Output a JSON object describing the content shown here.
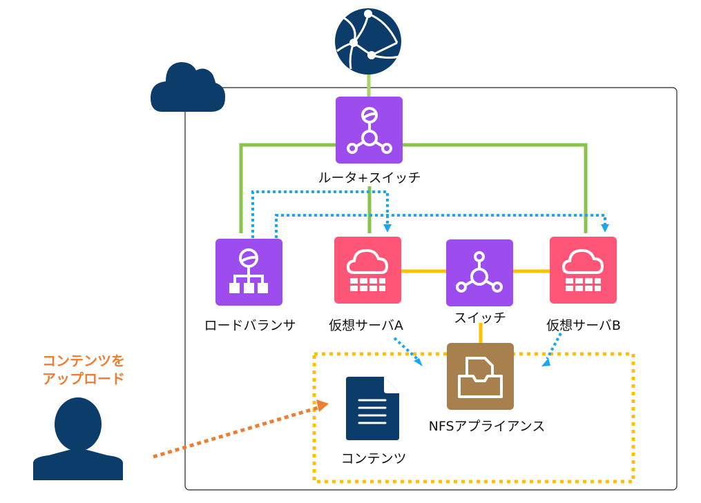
{
  "colors": {
    "navy": "#0b3c6a",
    "purple": "#9d4ced",
    "pink": "#ff5577",
    "brown": "#a8804e",
    "green": "#8bc34a",
    "yellow": "#ffc000",
    "blue_dotted": "#1aa7ec",
    "orange": "#ed7d31",
    "frame": "#222222"
  },
  "nodes": {
    "internet": {
      "icon": "globe-network-icon"
    },
    "cloud": {
      "icon": "cloud-icon"
    },
    "router_switch": {
      "label": "ルータ+スイッチ",
      "icon": "router-switch-icon"
    },
    "load_balancer": {
      "label": "ロードバランサ",
      "icon": "load-balancer-icon"
    },
    "virtual_server_a": {
      "label": "仮想サーバA",
      "icon": "cloud-server-icon"
    },
    "switch": {
      "label": "スイッチ",
      "icon": "switch-hub-icon"
    },
    "virtual_server_b": {
      "label": "仮想サーバB",
      "icon": "cloud-server-icon"
    },
    "nfs": {
      "label": "NFSアプライアンス",
      "icon": "file-tray-icon"
    },
    "contents": {
      "label": "コンテンツ",
      "icon": "document-icon"
    },
    "user": {
      "icon": "user-icon"
    }
  },
  "annotations": {
    "upload_line1": "コンテンツを",
    "upload_line2": "アップロード"
  }
}
